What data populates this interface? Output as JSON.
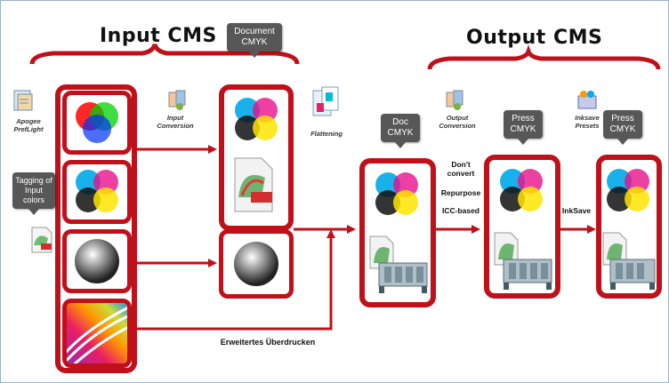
{
  "headings": {
    "input_cms": "Input CMS",
    "output_cms": "Output CMS"
  },
  "bubbles": {
    "document_cmyk": "Document CMYK",
    "doc_cmyk": "Doc CMYK",
    "press_cmyk_1": "Press CMYK",
    "press_cmyk_2": "Press CMYK",
    "tagging": "Tagging of Input colors"
  },
  "captions": {
    "apogee_preflight": "Apogee PrefLight",
    "input_conversion": "Input Conversion",
    "flattening": "Flattening",
    "output_conversion": "Output Conversion",
    "inksave_presets": "Inksave Presets"
  },
  "labels": {
    "dont_convert": "Don't convert",
    "repurpose": "Repurpose",
    "icc_based": "ICC-based",
    "inksave": "InkSave",
    "erweitertes": "Erweitertes Überdrucken"
  },
  "colors": {
    "accent_red": "#c0101a",
    "bubble_gray": "#575757",
    "frame_blue": "#9bb4cc"
  }
}
